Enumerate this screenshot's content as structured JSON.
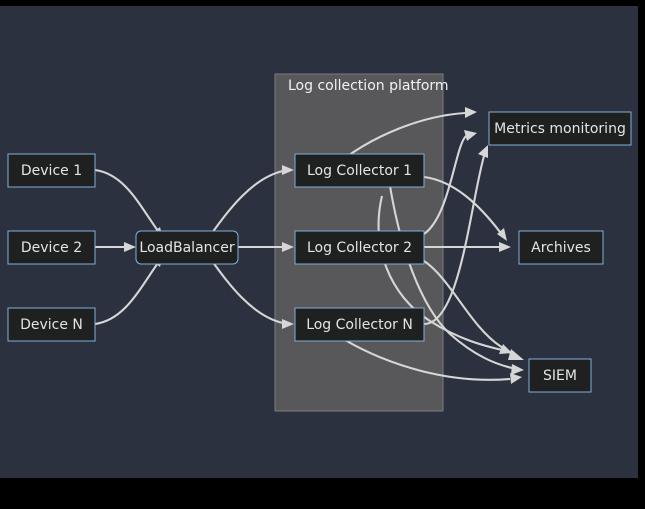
{
  "diagram": {
    "type": "flowchart",
    "direction": "left-to-right",
    "title": "",
    "background_color": "#2b313f",
    "node_fill_color": "#1f2020",
    "node_border_color": "#81b1db",
    "cluster_fill_color": "#58585a",
    "edge_color": "#d6d6d6",
    "text_color": "#e4e4e4",
    "clusters": [
      {
        "id": "log-collection-platform",
        "label": "Log collection platform",
        "members": [
          "collector1",
          "collector2",
          "collectorN"
        ]
      }
    ],
    "nodes": [
      {
        "id": "device1",
        "label": "Device 1",
        "shape": "rect"
      },
      {
        "id": "device2",
        "label": "Device 2",
        "shape": "rect"
      },
      {
        "id": "deviceN",
        "label": "Device N",
        "shape": "rect"
      },
      {
        "id": "loadbalancer",
        "label": "LoadBalancer",
        "shape": "rounded-rect"
      },
      {
        "id": "collector1",
        "label": "Log Collector 1",
        "shape": "rect"
      },
      {
        "id": "collector2",
        "label": "Log Collector 2",
        "shape": "rect"
      },
      {
        "id": "collectorN",
        "label": "Log Collector N",
        "shape": "rect"
      },
      {
        "id": "metrics",
        "label": "Metrics monitoring",
        "shape": "rect"
      },
      {
        "id": "archives",
        "label": "Archives",
        "shape": "rect"
      },
      {
        "id": "siem",
        "label": "SIEM",
        "shape": "rect"
      }
    ],
    "edges": [
      {
        "from": "device1",
        "to": "loadbalancer",
        "label": ""
      },
      {
        "from": "device2",
        "to": "loadbalancer",
        "label": ""
      },
      {
        "from": "deviceN",
        "to": "loadbalancer",
        "label": ""
      },
      {
        "from": "loadbalancer",
        "to": "collector1",
        "label": ""
      },
      {
        "from": "loadbalancer",
        "to": "collector2",
        "label": ""
      },
      {
        "from": "loadbalancer",
        "to": "collectorN",
        "label": ""
      },
      {
        "from": "collector1",
        "to": "metrics",
        "label": ""
      },
      {
        "from": "collector1",
        "to": "archives",
        "label": ""
      },
      {
        "from": "collector1",
        "to": "siem",
        "label": ""
      },
      {
        "from": "collector2",
        "to": "metrics",
        "label": ""
      },
      {
        "from": "collector2",
        "to": "archives",
        "label": ""
      },
      {
        "from": "collector2",
        "to": "siem",
        "label": ""
      },
      {
        "from": "collectorN",
        "to": "metrics",
        "label": ""
      },
      {
        "from": "collectorN",
        "to": "archives",
        "label": ""
      },
      {
        "from": "collectorN",
        "to": "siem",
        "label": ""
      }
    ]
  }
}
